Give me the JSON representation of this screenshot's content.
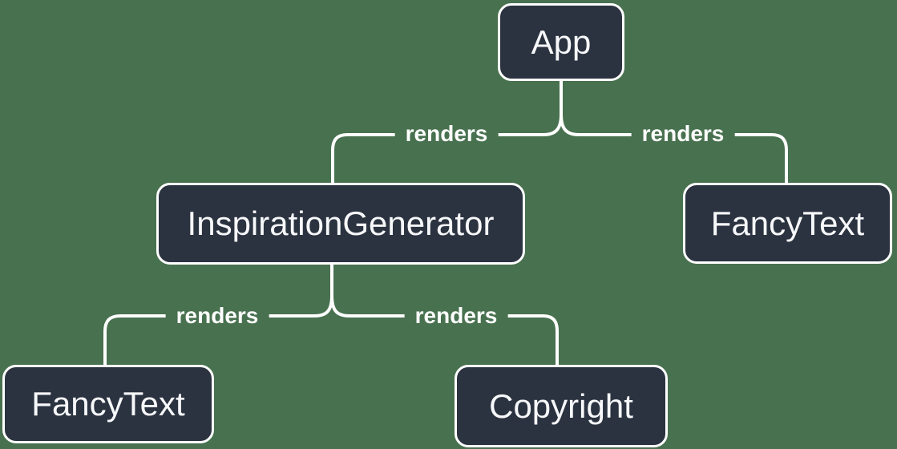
{
  "diagram": {
    "description": "React component render tree",
    "nodes": [
      {
        "id": "app",
        "label": "App"
      },
      {
        "id": "inspiration-generator",
        "label": "InspirationGenerator"
      },
      {
        "id": "fancy-text-top-right",
        "label": "FancyText"
      },
      {
        "id": "fancy-text-bottom-left",
        "label": "FancyText"
      },
      {
        "id": "copyright",
        "label": "Copyright"
      }
    ],
    "edges": [
      {
        "from": "App",
        "to": "InspirationGenerator",
        "label": "renders"
      },
      {
        "from": "App",
        "to": "FancyText",
        "label": "renders"
      },
      {
        "from": "InspirationGenerator",
        "to": "FancyText",
        "label": "renders"
      },
      {
        "from": "InspirationGenerator",
        "to": "Copyright",
        "label": "renders"
      }
    ],
    "colors": {
      "background": "#48714F",
      "node_fill": "#2B3340",
      "node_border": "#FFFFFF",
      "node_text": "#F7F8FA",
      "line": "#FFFFFF",
      "edge_label_text": "#FFFFFF"
    }
  }
}
